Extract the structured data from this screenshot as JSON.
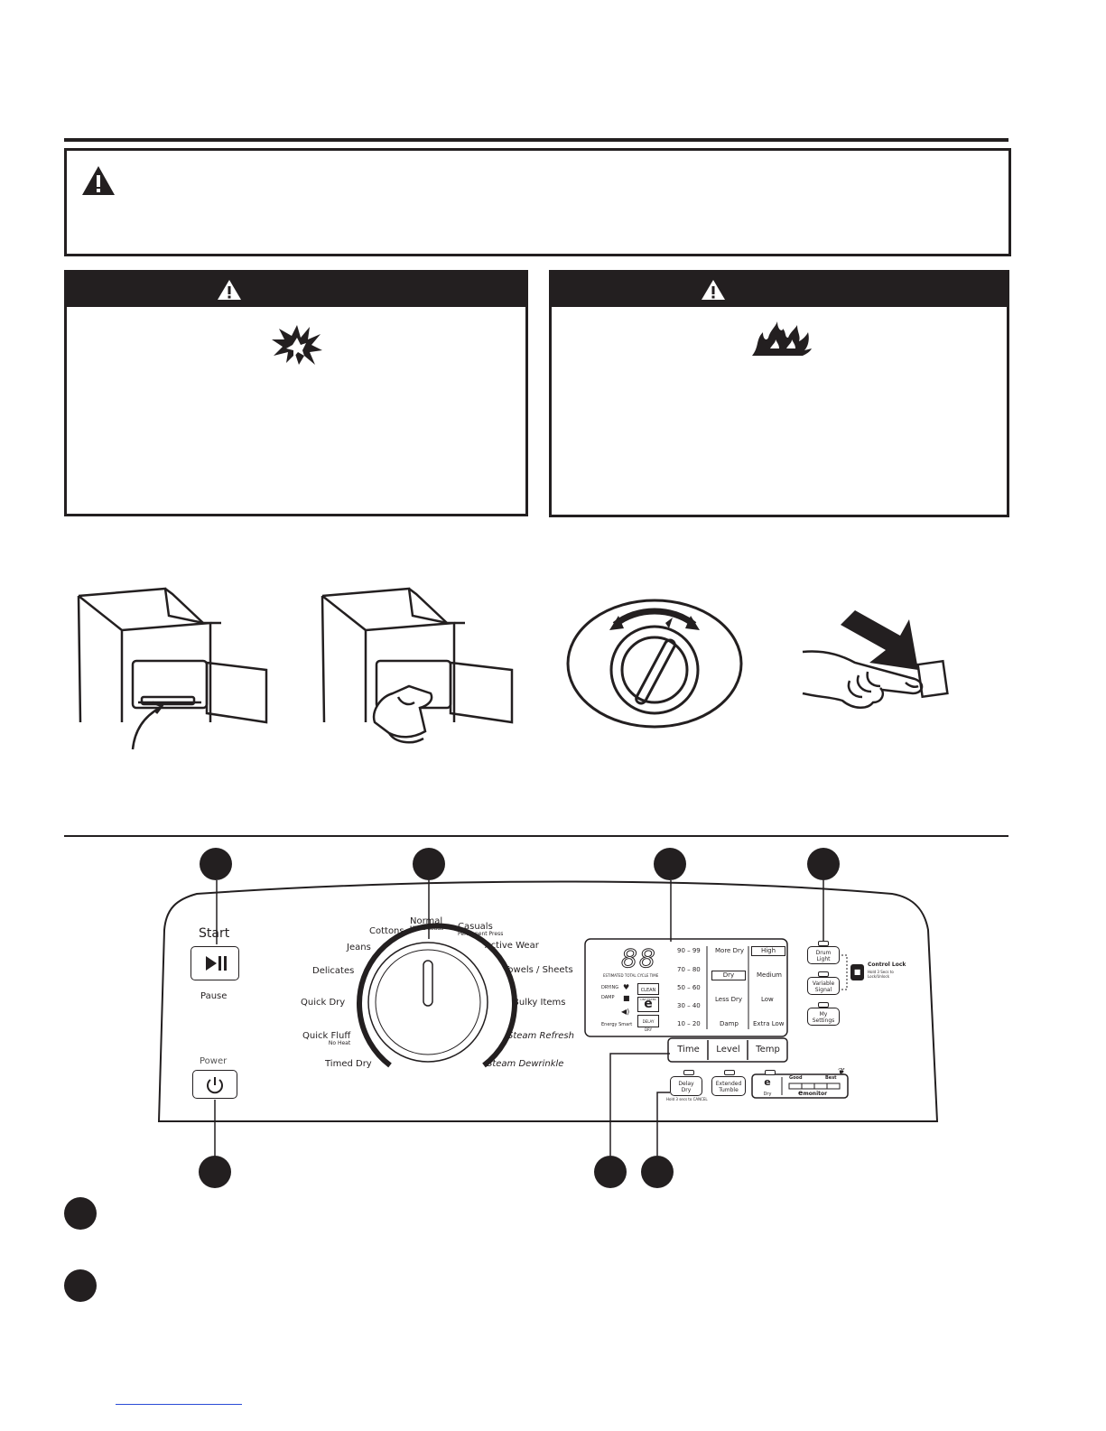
{
  "control_panel": {
    "start": {
      "label": "Start",
      "sub": "Pause"
    },
    "power": {
      "label": "Power"
    },
    "cycles": {
      "normal": "Normal",
      "normal_sub": "Mixed Loads",
      "casuals": "Casuals",
      "casuals_sub": "Permanent Press",
      "cottons": "Cottons",
      "active_wear": "Active Wear",
      "jeans": "Jeans",
      "towels": "Towels / Sheets",
      "delicates": "Delicates",
      "bulky": "Bulky Items",
      "quick_dry": "Quick Dry",
      "steam_refresh": "Steam Refresh",
      "quick_fluff": "Quick Fluff",
      "quick_fluff_sub": "No Heat",
      "timed_dry": "Timed Dry",
      "steam_dewrinkle": "Steam Dewrinkle"
    },
    "display": {
      "digits": "88",
      "est_time": "ESTIMATED TOTAL CYCLE TIME",
      "drying": "DRYING",
      "damp": "DAMP",
      "energy_smart": "Energy Smart",
      "clean_filter": "CLEAN",
      "clean_filter_sub": "LINT FILTER",
      "e_glyph": "e",
      "delay_dry": "DELAY",
      "delay_dry_sub": "DRY",
      "times": [
        "90 – 99",
        "70 – 80",
        "50 – 60",
        "30 – 40",
        "10 – 20"
      ],
      "levels": [
        "More Dry",
        "Dry",
        "Less Dry",
        "Damp"
      ],
      "temps": [
        "High",
        "Medium",
        "Low",
        "Extra Low"
      ]
    },
    "selectors": {
      "time": "Time",
      "level": "Level",
      "temp": "Temp"
    },
    "right_buttons": {
      "drum_light": "Drum Light",
      "variable_signal": "Variable Signal",
      "my_settings": "My Settings",
      "control_lock": "Control Lock",
      "control_lock_sub": "Hold 3 Secs to Lock/Unlock"
    },
    "bottom_buttons": {
      "delay_dry": "Delay Dry",
      "delay_hint": "Hold 3 secs to CANCEL",
      "extended_tumble": "Extended Tumble",
      "edry_e": "e",
      "edry": "Dry",
      "good": "Good",
      "best": "Best",
      "emonitor": "monitor",
      "emonitor_e": "e"
    }
  }
}
